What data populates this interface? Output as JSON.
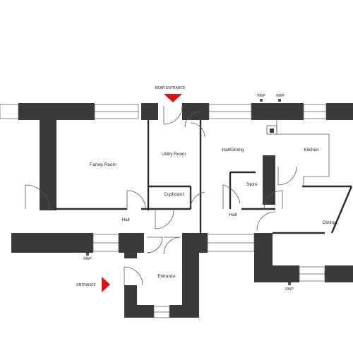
{
  "plan": {
    "rooms": {
      "family_room": "Family Room",
      "utility_room": "Utility Room",
      "cupboard": "Cupboard",
      "hall_dining": "Hall/Dining",
      "kitchen": "Kitchen",
      "store": "Store",
      "hall_left": "Hall",
      "hall_right": "Hall",
      "dining": "Dining",
      "entrance": "Entrance"
    },
    "labels": {
      "rear_entrance": "REAR ENTRANCE",
      "entrance": "ENTRANCE",
      "rwp_1": "RWP",
      "rwp_2": "RWP",
      "rwp_3": "RWP",
      "rwp_4": "RWP"
    },
    "colors": {
      "wall": "#3a3a3c",
      "arrow": "#e01010"
    }
  }
}
